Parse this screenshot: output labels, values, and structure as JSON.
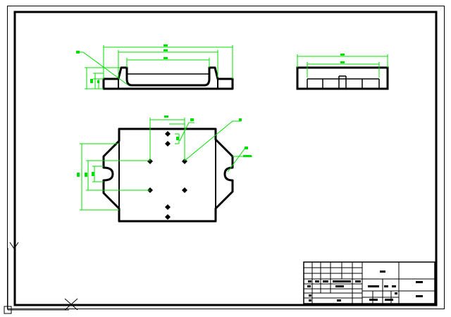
{
  "drawing": {
    "kind": "mechanical-part-drawing",
    "views": [
      "front-view",
      "side-view",
      "top-view"
    ],
    "title_block": "present",
    "colors": {
      "background": "#ffffff",
      "geometry": "#000000",
      "dimensions": "#00e000",
      "frame": "#000000",
      "ucs": "#000000"
    }
  },
  "ucs_icon": {
    "axis_x_label": "X",
    "axis_y_label": "Y"
  }
}
